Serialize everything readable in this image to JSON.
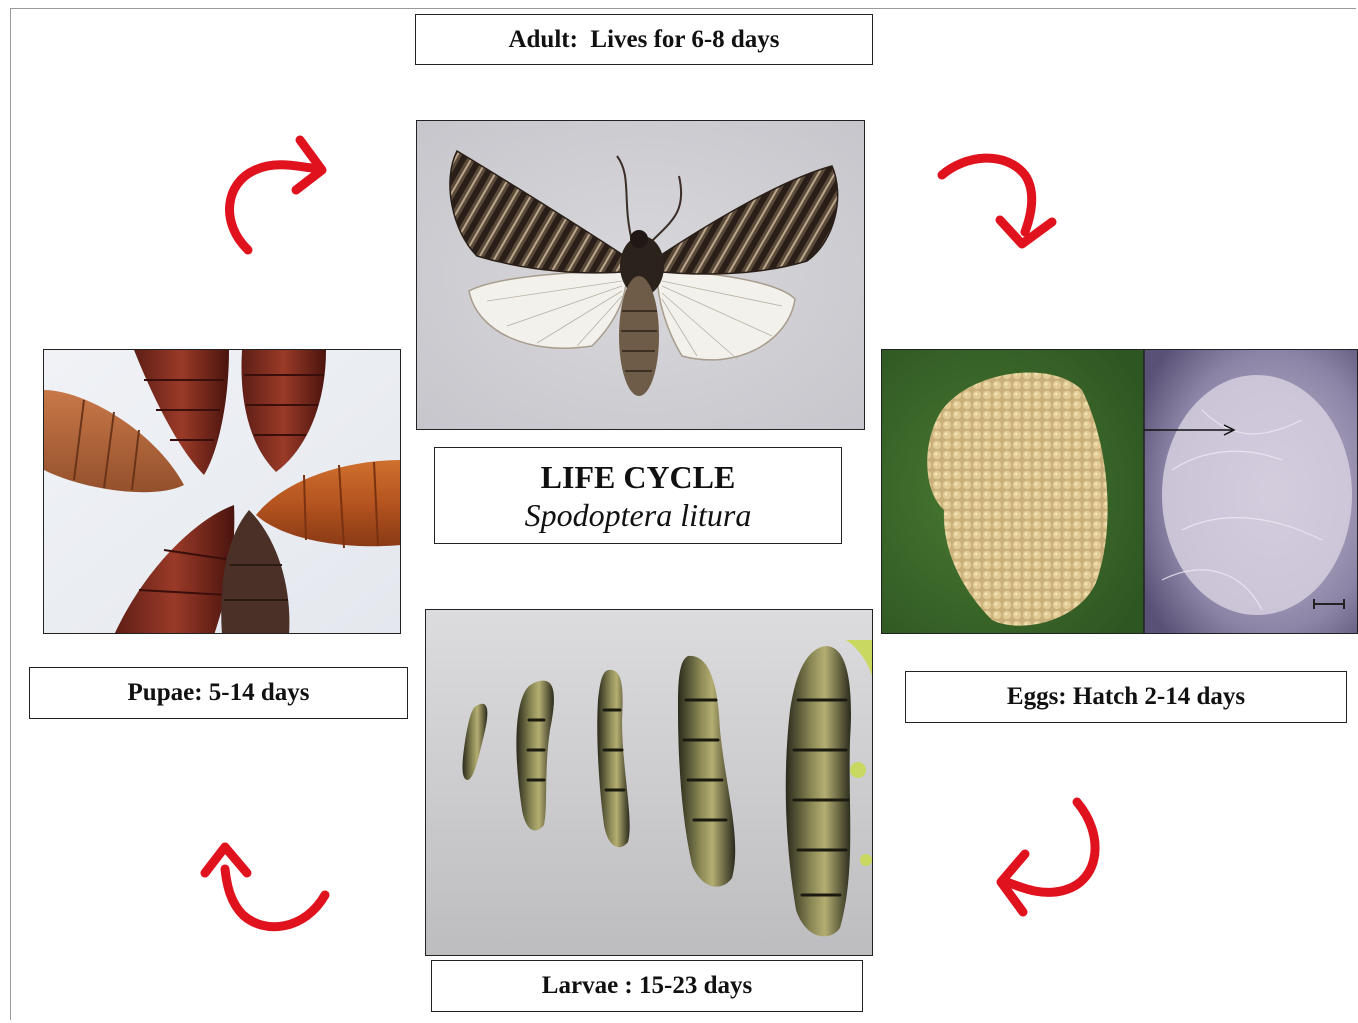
{
  "stages": {
    "adult": {
      "label": "Adult:  Lives for 6-8 days"
    },
    "eggs": {
      "label": "Eggs: Hatch 2-14 days"
    },
    "larvae": {
      "label": "Larvae : 15-23 days"
    },
    "pupae": {
      "label": "Pupae: 5-14 days"
    }
  },
  "center": {
    "title": "LIFE CYCLE",
    "species": "Spodoptera litura"
  },
  "images": {
    "adult": {
      "icon": "moth-photo"
    },
    "eggs": {
      "icon": "egg-mass-photo"
    },
    "larvae": {
      "icon": "caterpillars-photo"
    },
    "pupae": {
      "icon": "pupae-photo"
    }
  },
  "colors": {
    "arrow": "#e0121e",
    "border": "#222222"
  }
}
